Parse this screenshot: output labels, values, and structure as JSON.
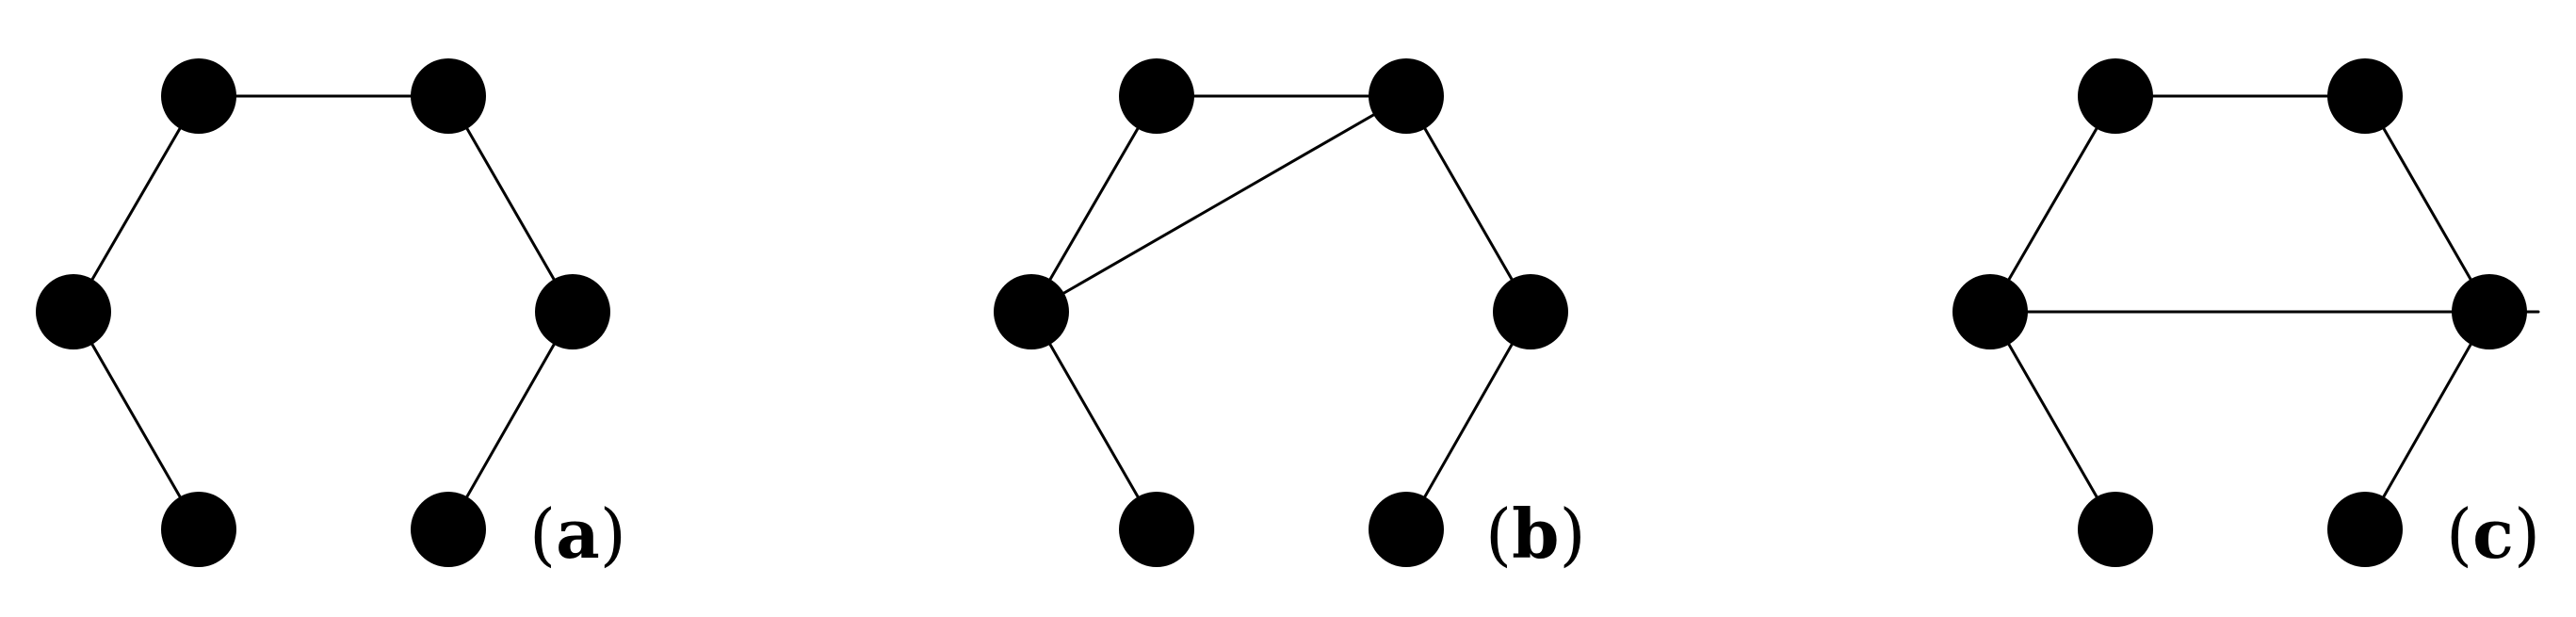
{
  "figure": {
    "panels": [
      {
        "label": "(a)",
        "label_open": "(",
        "label_letter": "a",
        "label_close": ")",
        "nodes": [
          "top-left",
          "top-right",
          "mid-left",
          "mid-right",
          "bottom-left",
          "bottom-right"
        ],
        "edges": [
          [
            "top-left",
            "top-right"
          ],
          [
            "top-left",
            "mid-left"
          ],
          [
            "mid-left",
            "bottom-left"
          ],
          [
            "top-right",
            "mid-right"
          ],
          [
            "mid-right",
            "bottom-right"
          ]
        ]
      },
      {
        "label": "(b)",
        "label_open": "(",
        "label_letter": "b",
        "label_close": ")",
        "nodes": [
          "top-left",
          "top-right",
          "mid-left",
          "mid-right",
          "bottom-left",
          "bottom-right"
        ],
        "edges": [
          [
            "top-left",
            "top-right"
          ],
          [
            "top-left",
            "mid-left"
          ],
          [
            "mid-left",
            "top-right"
          ],
          [
            "mid-left",
            "bottom-left"
          ],
          [
            "top-right",
            "mid-right"
          ],
          [
            "mid-right",
            "bottom-right"
          ]
        ]
      },
      {
        "label": "(c)",
        "label_open": "(",
        "label_letter": "c",
        "label_close": ")",
        "nodes": [
          "top-left",
          "top-right",
          "mid-left",
          "mid-right",
          "bottom-left",
          "bottom-right"
        ],
        "edges": [
          [
            "top-left",
            "top-right"
          ],
          [
            "top-left",
            "mid-left"
          ],
          [
            "mid-left",
            "mid-right"
          ],
          [
            "mid-left",
            "bottom-left"
          ],
          [
            "top-right",
            "mid-right"
          ],
          [
            "mid-right",
            "bottom-right"
          ]
        ]
      }
    ],
    "colors": {
      "node": "#000000",
      "edge": "#000000",
      "background": "#ffffff"
    }
  }
}
